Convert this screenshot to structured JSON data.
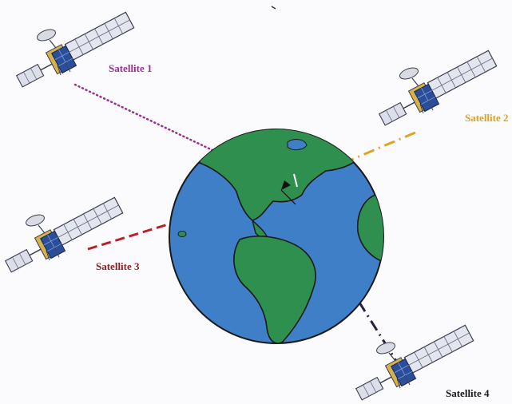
{
  "colors": {
    "background": "#fbfbfd",
    "ocean": "#3f7fc8",
    "land": "#2e8f4e",
    "outline": "#1a1a1a",
    "panel": "#e4e6ef",
    "panel_lines": "#6a6e82",
    "body_blue": "#2b4e9a",
    "gold": "#d6b24a"
  },
  "satellites": [
    {
      "label": "Satellite 1",
      "label_color": "#9b2f8f",
      "link_style": "dotted",
      "link_color": "#9b2f8f"
    },
    {
      "label": "Satellite 2",
      "label_color": "#d9a227",
      "link_style": "dash-dot",
      "link_color": "#e0a32a"
    },
    {
      "label": "Satellite 3",
      "label_color": "#8a1f24",
      "link_style": "dashed",
      "link_color": "#b52228"
    },
    {
      "label": "Satellite 4",
      "label_color": "#1a1a1a",
      "link_style": "dash-dot",
      "link_color": "#2a1f3d"
    }
  ]
}
